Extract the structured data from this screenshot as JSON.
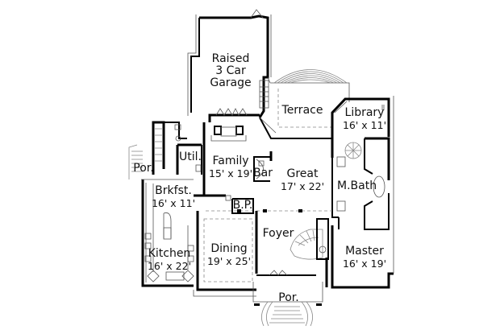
{
  "plan": {
    "background": "#ffffff",
    "line_color": "#000000",
    "rooms": {
      "garage": {
        "name": "Raised",
        "line2": "3 Car",
        "line3": "Garage"
      },
      "terrace": {
        "name": "Terrace"
      },
      "library": {
        "name": "Library",
        "dim": "16' x 11'"
      },
      "family": {
        "name": "Family",
        "dim": "15' x 19'"
      },
      "bar": {
        "name": "Bar"
      },
      "util": {
        "name": "Util."
      },
      "porch_side": {
        "name": "Por."
      },
      "great": {
        "name": "Great",
        "dim": "17' x 22'"
      },
      "mbath": {
        "name": "M.Bath"
      },
      "brkfst": {
        "name": "Brkfst.",
        "dim": "16' x 11'"
      },
      "bp": {
        "name": "B.P."
      },
      "foyer": {
        "name": "Foyer"
      },
      "kitchen": {
        "name": "Kitchen",
        "dim": "16' x 22'"
      },
      "dining": {
        "name": "Dining",
        "dim": "19' x 25'"
      },
      "master": {
        "name": "Master",
        "dim": "16' x 19'"
      },
      "porch_front": {
        "name": "Por."
      }
    }
  }
}
